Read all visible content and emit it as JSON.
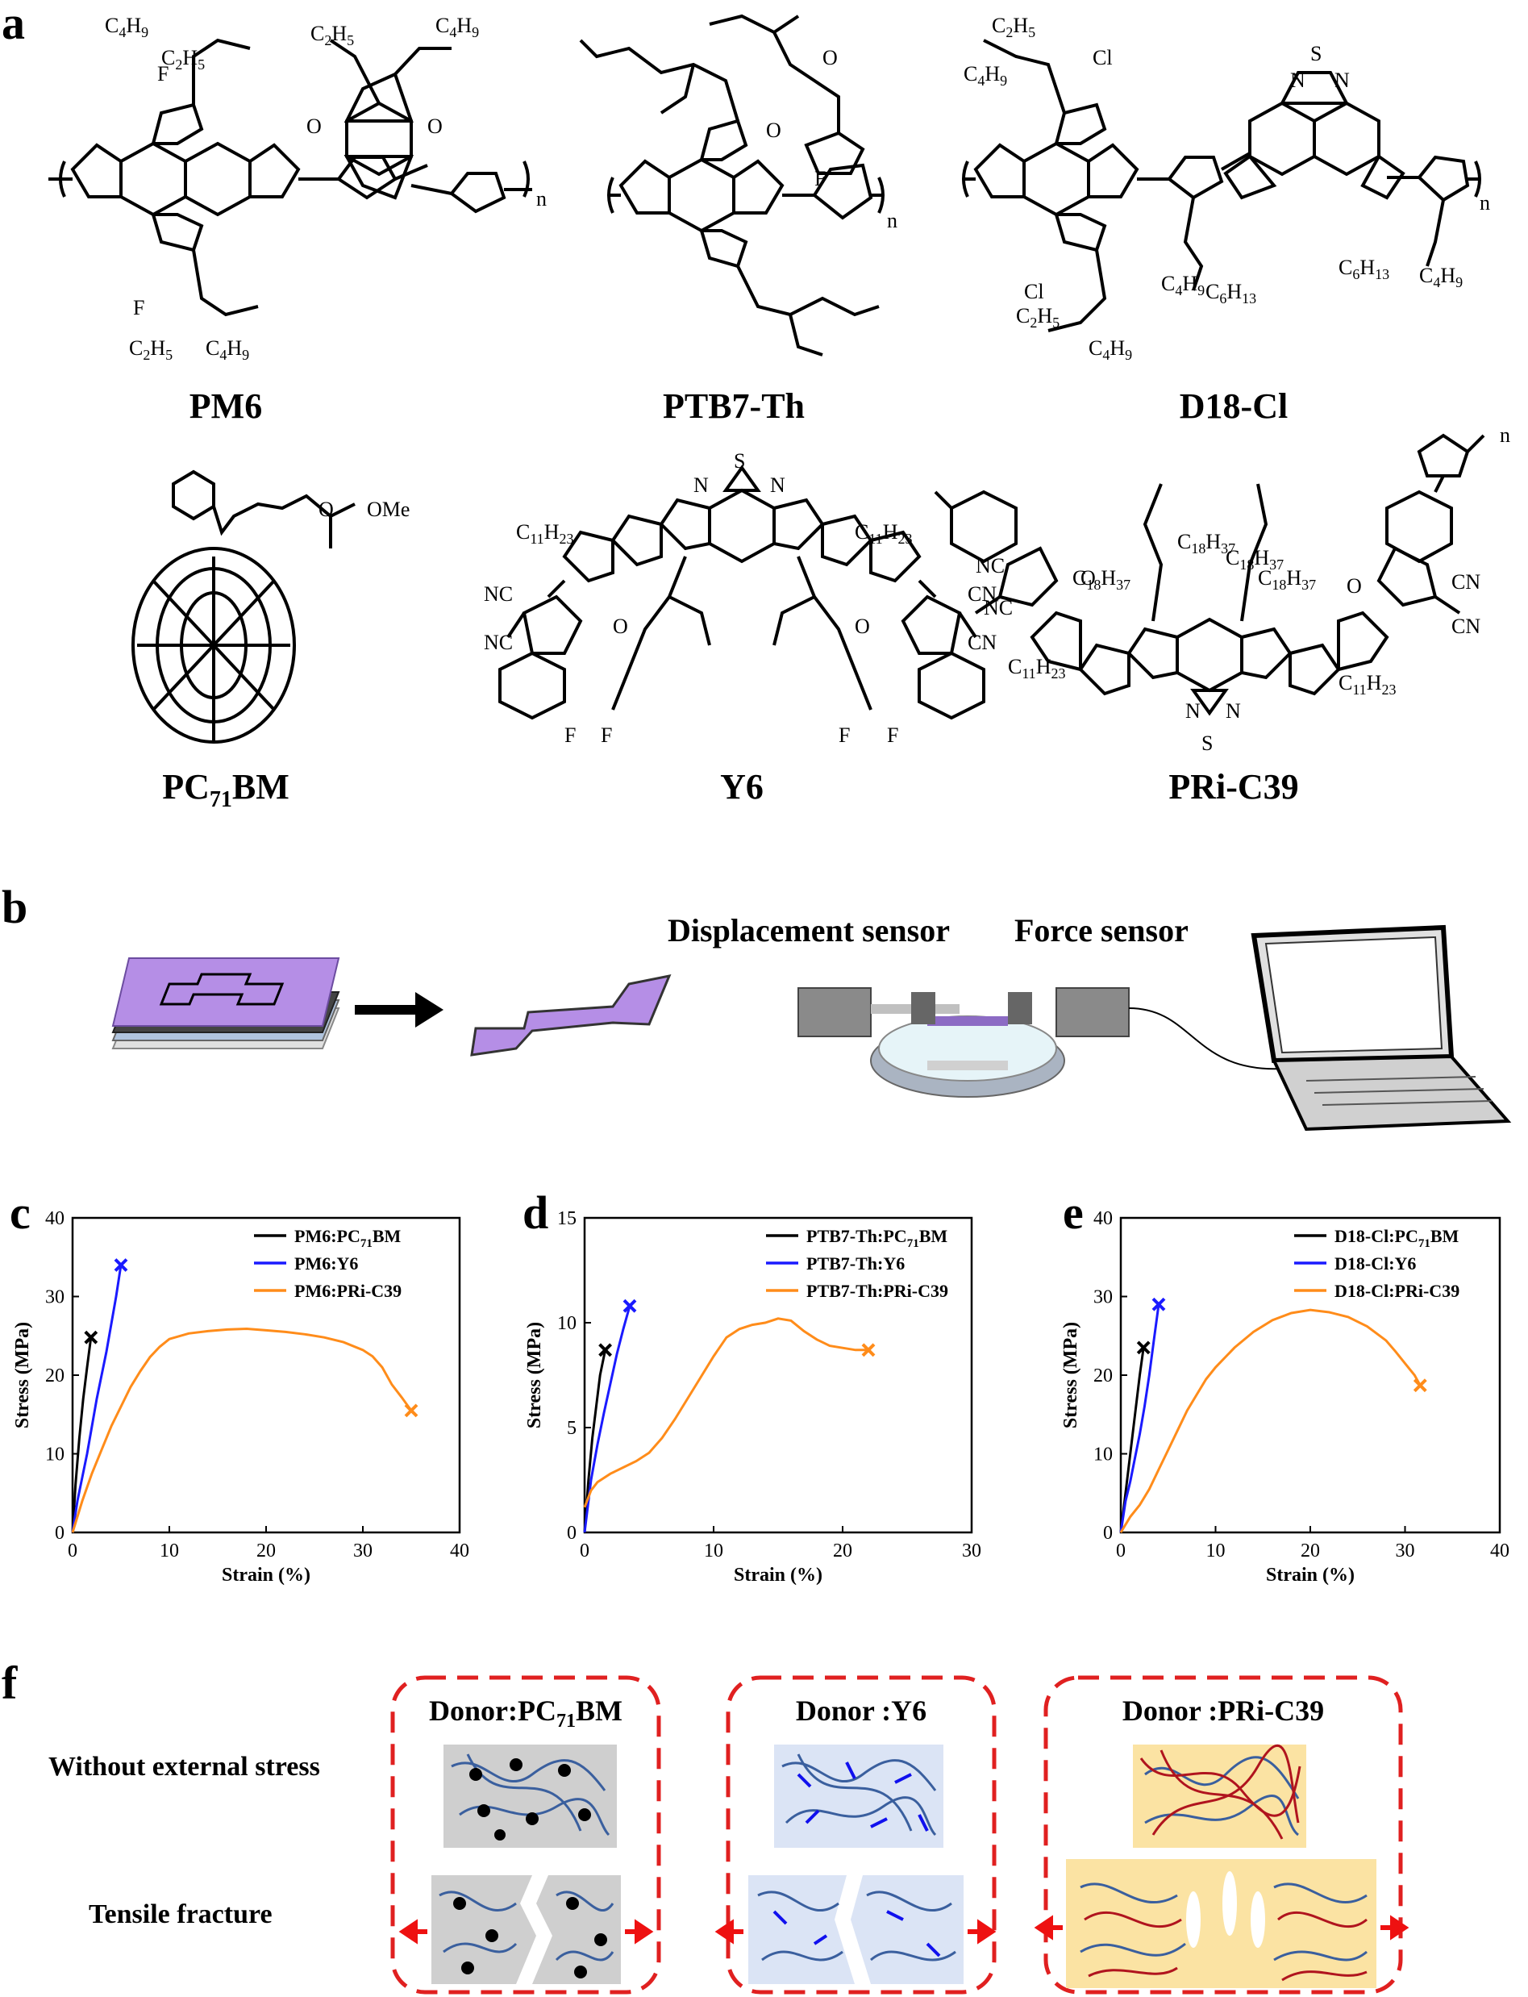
{
  "panels": {
    "a": "a",
    "b": "b",
    "c": "c",
    "d": "d",
    "e": "e",
    "f": "f"
  },
  "molecules": {
    "PM6": "PM6",
    "PTB7_Th": "PTB7-Th",
    "D18_Cl": "D18-Cl",
    "PC71BM_pre": "PC",
    "PC71BM_sub": "71",
    "PC71BM_post": "BM",
    "Y6": "Y6",
    "PRi_C39": "PRi-C39"
  },
  "chem_labels": {
    "C4H9": "C4H9",
    "C2H5": "C2H5",
    "C6H13": "C6H13",
    "C11H23": "C11H23",
    "C18H37": "C18H37",
    "F": "F",
    "Cl": "Cl",
    "S": "S",
    "N": "N",
    "O": "O",
    "CN": "CN",
    "NC": "NC",
    "OMe": "OMe",
    "n": "n"
  },
  "setup": {
    "displacement_sensor": "Displacement sensor",
    "force_sensor": "Force sensor"
  },
  "chart_data": [
    {
      "type": "line",
      "panel": "c",
      "xlabel": "Strain (%)",
      "ylabel": "Stress (MPa)",
      "xlim": [
        0,
        40
      ],
      "ylim": [
        0,
        40
      ],
      "xticks": [
        0,
        10,
        20,
        30,
        40
      ],
      "yticks": [
        0,
        10,
        20,
        30,
        40
      ],
      "legend_position": "top-right",
      "series": [
        {
          "name": "PM6:PC71BM",
          "color": "#000000",
          "x": [
            0,
            0.3,
            0.7,
            1.1,
            1.5,
            1.9
          ],
          "y": [
            0,
            6,
            12,
            17,
            21,
            24.8
          ]
        },
        {
          "name": "PM6:Y6",
          "color": "#1a1aff",
          "x": [
            0,
            0.5,
            1.5,
            2.5,
            3.5,
            4.5,
            5.0
          ],
          "y": [
            0,
            4,
            10,
            17,
            23,
            30,
            34
          ]
        },
        {
          "name": "PM6:PRi-C39",
          "color": "#ff8c1a",
          "x": [
            0,
            1,
            2,
            3,
            4,
            5,
            6,
            7,
            8,
            9,
            10,
            12,
            14,
            16,
            18,
            20,
            22,
            24,
            26,
            28,
            30,
            31,
            32,
            33,
            34,
            35
          ],
          "y": [
            0,
            4,
            7.5,
            10.5,
            13.5,
            16,
            18.5,
            20.5,
            22.3,
            23.6,
            24.6,
            25.3,
            25.6,
            25.8,
            25.9,
            25.7,
            25.5,
            25.2,
            24.8,
            24.2,
            23.2,
            22.4,
            21,
            18.8,
            17.2,
            15.5
          ]
        }
      ]
    },
    {
      "type": "line",
      "panel": "d",
      "xlabel": "Strain (%)",
      "ylabel": "Stress (MPa)",
      "xlim": [
        0,
        30
      ],
      "ylim": [
        0,
        15
      ],
      "xticks": [
        0,
        10,
        20,
        30
      ],
      "yticks": [
        0,
        5,
        10,
        15
      ],
      "legend_position": "top-right",
      "series": [
        {
          "name": "PTB7-Th:PC71BM",
          "color": "#000000",
          "x": [
            0,
            0.3,
            0.6,
            0.9,
            1.2,
            1.6
          ],
          "y": [
            0,
            2.5,
            4.5,
            6,
            7.5,
            8.7
          ]
        },
        {
          "name": "PTB7-Th:Y6",
          "color": "#1a1aff",
          "x": [
            0,
            0.5,
            1,
            1.5,
            2,
            2.5,
            3,
            3.5
          ],
          "y": [
            0,
            2.5,
            4.2,
            5.7,
            7.1,
            8.5,
            9.7,
            10.8
          ]
        },
        {
          "name": "PTB7-Th:PRi-C39",
          "color": "#ff8c1a",
          "x": [
            0,
            0.5,
            1,
            2,
            3,
            4,
            5,
            6,
            7,
            8,
            9,
            10,
            11,
            12,
            13,
            14,
            15,
            16,
            17,
            18,
            19,
            20,
            21,
            22
          ],
          "y": [
            1.2,
            2.0,
            2.4,
            2.8,
            3.1,
            3.4,
            3.8,
            4.5,
            5.4,
            6.4,
            7.4,
            8.4,
            9.3,
            9.7,
            9.9,
            10.0,
            10.2,
            10.1,
            9.6,
            9.2,
            8.9,
            8.8,
            8.7,
            8.7
          ]
        }
      ]
    },
    {
      "type": "line",
      "panel": "e",
      "xlabel": "Strain (%)",
      "ylabel": "Stress (MPa)",
      "xlim": [
        0,
        40
      ],
      "ylim": [
        0,
        40
      ],
      "xticks": [
        0,
        10,
        20,
        30,
        40
      ],
      "yticks": [
        0,
        10,
        20,
        30,
        40
      ],
      "legend_position": "top-right",
      "series": [
        {
          "name": "D18-Cl:PC71BM",
          "color": "#000000",
          "x": [
            0,
            0.4,
            0.8,
            1.2,
            1.6,
            2.0,
            2.4
          ],
          "y": [
            0,
            4,
            8,
            12,
            16,
            20,
            23.5
          ]
        },
        {
          "name": "D18-Cl:Y6",
          "color": "#1a1aff",
          "x": [
            0,
            0.5,
            1,
            1.5,
            2,
            2.5,
            3,
            3.5,
            4.0
          ],
          "y": [
            0,
            4,
            6.5,
            9.5,
            12.5,
            16,
            20,
            24.5,
            29
          ]
        },
        {
          "name": "D18-Cl:PRi-C39",
          "color": "#ff8c1a",
          "x": [
            0,
            1,
            2,
            3,
            4,
            5,
            6,
            7,
            8,
            9,
            10,
            12,
            14,
            16,
            18,
            20,
            22,
            24,
            26,
            28,
            29,
            30,
            31,
            31.6
          ],
          "y": [
            0,
            2,
            3.5,
            5.5,
            8,
            10.5,
            13,
            15.5,
            17.5,
            19.5,
            21,
            23.5,
            25.5,
            27,
            27.9,
            28.3,
            28,
            27.4,
            26.2,
            24.4,
            23,
            21.5,
            20,
            18.7
          ]
        }
      ]
    }
  ],
  "legend_c": [
    {
      "pre": "PM6:PC",
      "sub": "71",
      "post": "BM"
    },
    {
      "pre": "PM6:Y6",
      "sub": "",
      "post": ""
    },
    {
      "pre": "PM6:PRi-C39",
      "sub": "",
      "post": ""
    }
  ],
  "legend_d": [
    {
      "pre": "PTB7-Th:PC",
      "sub": "71",
      "post": "BM"
    },
    {
      "pre": "PTB7-Th:Y6",
      "sub": "",
      "post": ""
    },
    {
      "pre": "PTB7-Th:PRi-C39",
      "sub": "",
      "post": ""
    }
  ],
  "legend_e": [
    {
      "pre": "D18-Cl:PC",
      "sub": "71",
      "post": "BM"
    },
    {
      "pre": "D18-Cl:Y6",
      "sub": "",
      "post": ""
    },
    {
      "pre": "D18-Cl:PRi-C39",
      "sub": "",
      "post": ""
    }
  ],
  "schematic": {
    "row_without": "Without external stress",
    "row_tensile": "Tensile fracture",
    "box1_pre": "Donor:PC",
    "box1_sub": "71",
    "box1_post": "BM",
    "box2": "Donor :Y6",
    "box3": "Donor :PRi-C39"
  },
  "colors": {
    "dashed_box": "#e02020",
    "gray_film": "#cfcfcf",
    "blue_film": "#dbe4f5",
    "yellow_film": "#fbe3a3",
    "polymer_blue": "#3a5f9e",
    "polymer_red": "#b0141e",
    "y6_blue": "#1010ee",
    "arrow_red": "#ee1111",
    "film_purple": "#b58ee6"
  }
}
